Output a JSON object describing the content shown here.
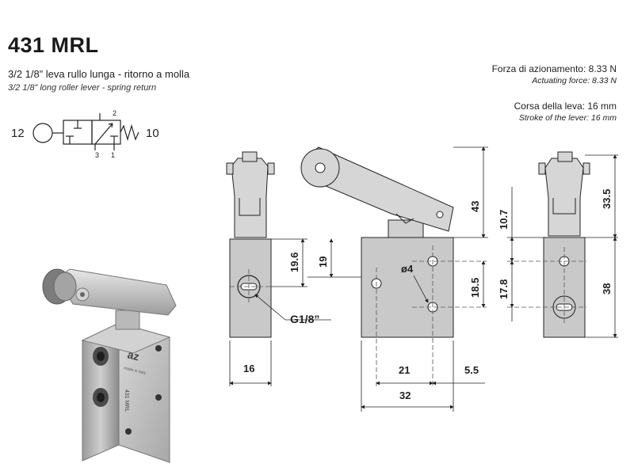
{
  "product": {
    "title": "431 MRL",
    "subtitle_it": "3/2 1/8” leva rullo lunga - ritorno a molla",
    "subtitle_en": "3/2 1/8” long roller lever - spring return"
  },
  "specs": {
    "force_it": "Forza di azionamento: 8.33 N",
    "force_en": "Actuating force: 8.33 N",
    "stroke_it": "Corsa della leva: 16 mm",
    "stroke_en": "Stroke of the lever: 16 mm"
  },
  "symbol": {
    "port_left": "12",
    "port_right": "10",
    "port_top": "2",
    "port_bottom_left": "3",
    "port_bottom_right": "1"
  },
  "dimensions": {
    "d16": "16",
    "d19_6": "19.6",
    "d19": "19",
    "g18": "G1/8”",
    "d21": "21",
    "d5_5": "5.5",
    "d32": "32",
    "d43": "43",
    "d18_5": "18.5",
    "hole": "ø4",
    "d10_7": "10.7",
    "d17_8": "17.8",
    "d33_5": "33.5",
    "d38": "38"
  },
  "photo": {
    "brand": "az",
    "made_in": "made in Italy",
    "model": "431 MRL"
  },
  "colors": {
    "drawing_fill": "#c9c9c9",
    "line": "#222222"
  }
}
